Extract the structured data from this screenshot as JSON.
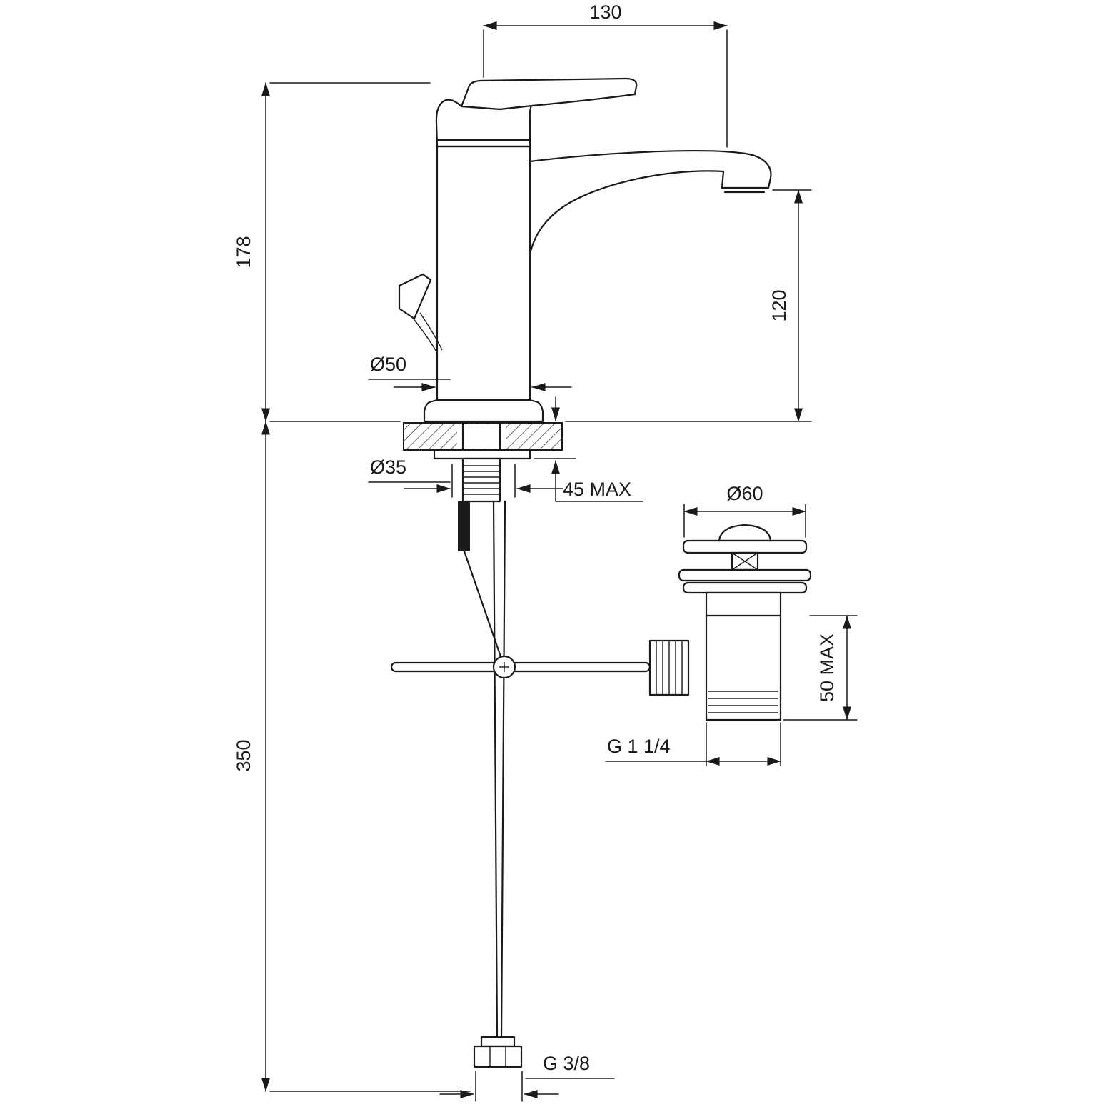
{
  "title": "Single-lever basin mixer with pop-up waste — dimensional drawing",
  "labels": {
    "width_130": "130",
    "height_178": "178",
    "spout_height_120": "120",
    "dia_50": "Ø50",
    "dia_35": "Ø35",
    "deck_45_max": "45 MAX",
    "dia_60": "Ø60",
    "waste_50_max": "50 MAX",
    "waste_thread": "G 1 1/4",
    "hose_350": "350",
    "supply_thread": "G 3/8"
  },
  "colors": {
    "line": "#1a1a1a",
    "background": "#ffffff"
  }
}
